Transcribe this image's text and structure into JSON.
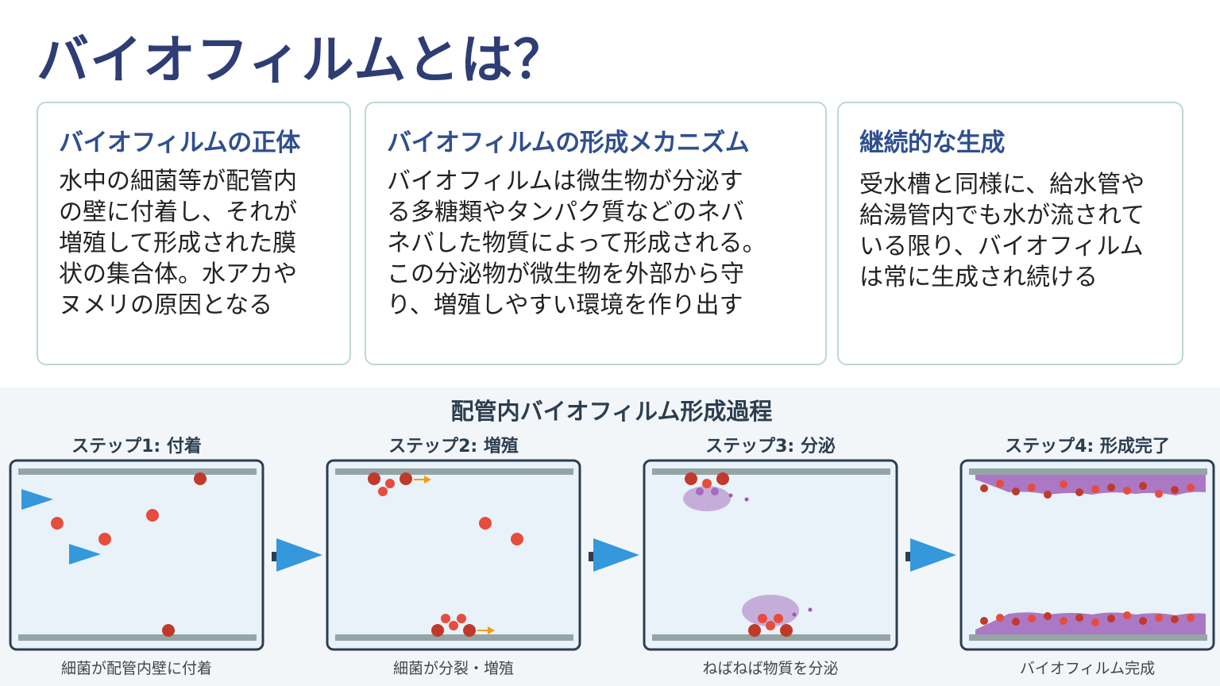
{
  "title": "バイオフィルムとは？",
  "cards": [
    {
      "heading": "バイオフィルムの正体",
      "lines": [
        "水中の細菌等が配管内",
        "の壁に付着し、それが",
        "増殖して形成された膜",
        "状の集合体。水アカや",
        "ヌメリの原因となる"
      ]
    },
    {
      "heading": "バイオフィルムの形成メカニズム",
      "lines": [
        "バイオフィルムは微生物が分泌す",
        "る多糖類やタンパク質などのネバ",
        "ネバした物質によって形成される。",
        "この分泌物が微生物を外部から守",
        "り、増殖しやすい環境を作り出す"
      ]
    },
    {
      "heading": "継続的な生成",
      "lines": [
        "受水槽と同様に、給水管や",
        "給湯管内でも水が流されて",
        "いる限り、バイオフィルム",
        "は常に生成され続ける"
      ]
    }
  ],
  "diagram": {
    "title": "配管内バイオフィルム形成過程",
    "steps": [
      {
        "label": "ステップ1: 付着",
        "caption": "細菌が配管内壁に付着"
      },
      {
        "label": "ステップ2: 増殖",
        "caption": "細菌が分裂・増殖"
      },
      {
        "label": "ステップ3: 分泌",
        "caption": "ねばねば物質を分泌"
      },
      {
        "label": "ステップ4: 形成完了",
        "caption": "バイオフィルム完成"
      }
    ],
    "colors": {
      "title": "#2e3d73",
      "heading": "#2f4f8f",
      "card_border": "#bcd8d4",
      "panel_fill": "#e8f2f8",
      "panel_border": "#2c3e50",
      "pipe_wall": "#95a5a6",
      "bacteria": "#e74c3c",
      "bacteria_dark": "#c0392b",
      "flow_arrow": "#3498db",
      "growth_arrow": "#f39c12",
      "biofilm": "#9b59b6"
    }
  }
}
